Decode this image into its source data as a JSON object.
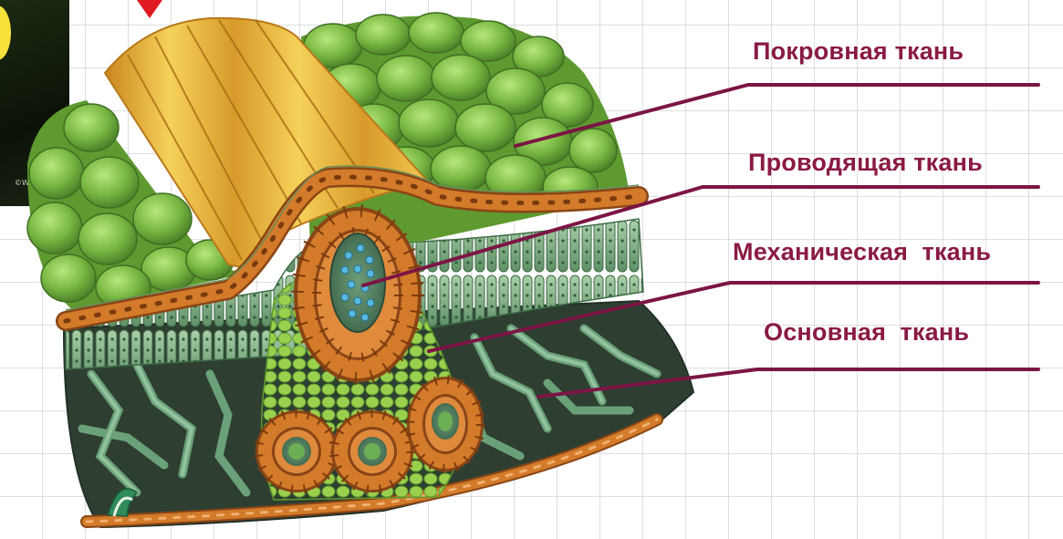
{
  "labels": {
    "label1": "Покровная ткань",
    "label2": "Проводящая ткань",
    "label3": "Механическая  ткань",
    "label4": "Основная  ткань"
  },
  "thumb_caption": "©Warner",
  "colors": {
    "label_text": "#8a1a44",
    "leader_line": "#7b1545",
    "epidermis": "#d37b2a",
    "epidermis_dark": "#8a4515",
    "palisade": "#7fae86",
    "spongy_dark": "#2e3f32",
    "epidermis_cells": "#82c24a",
    "vein_yellow": "#e9b434",
    "xylem_blue": "#58b8e0",
    "arrow": "#e01a22"
  }
}
